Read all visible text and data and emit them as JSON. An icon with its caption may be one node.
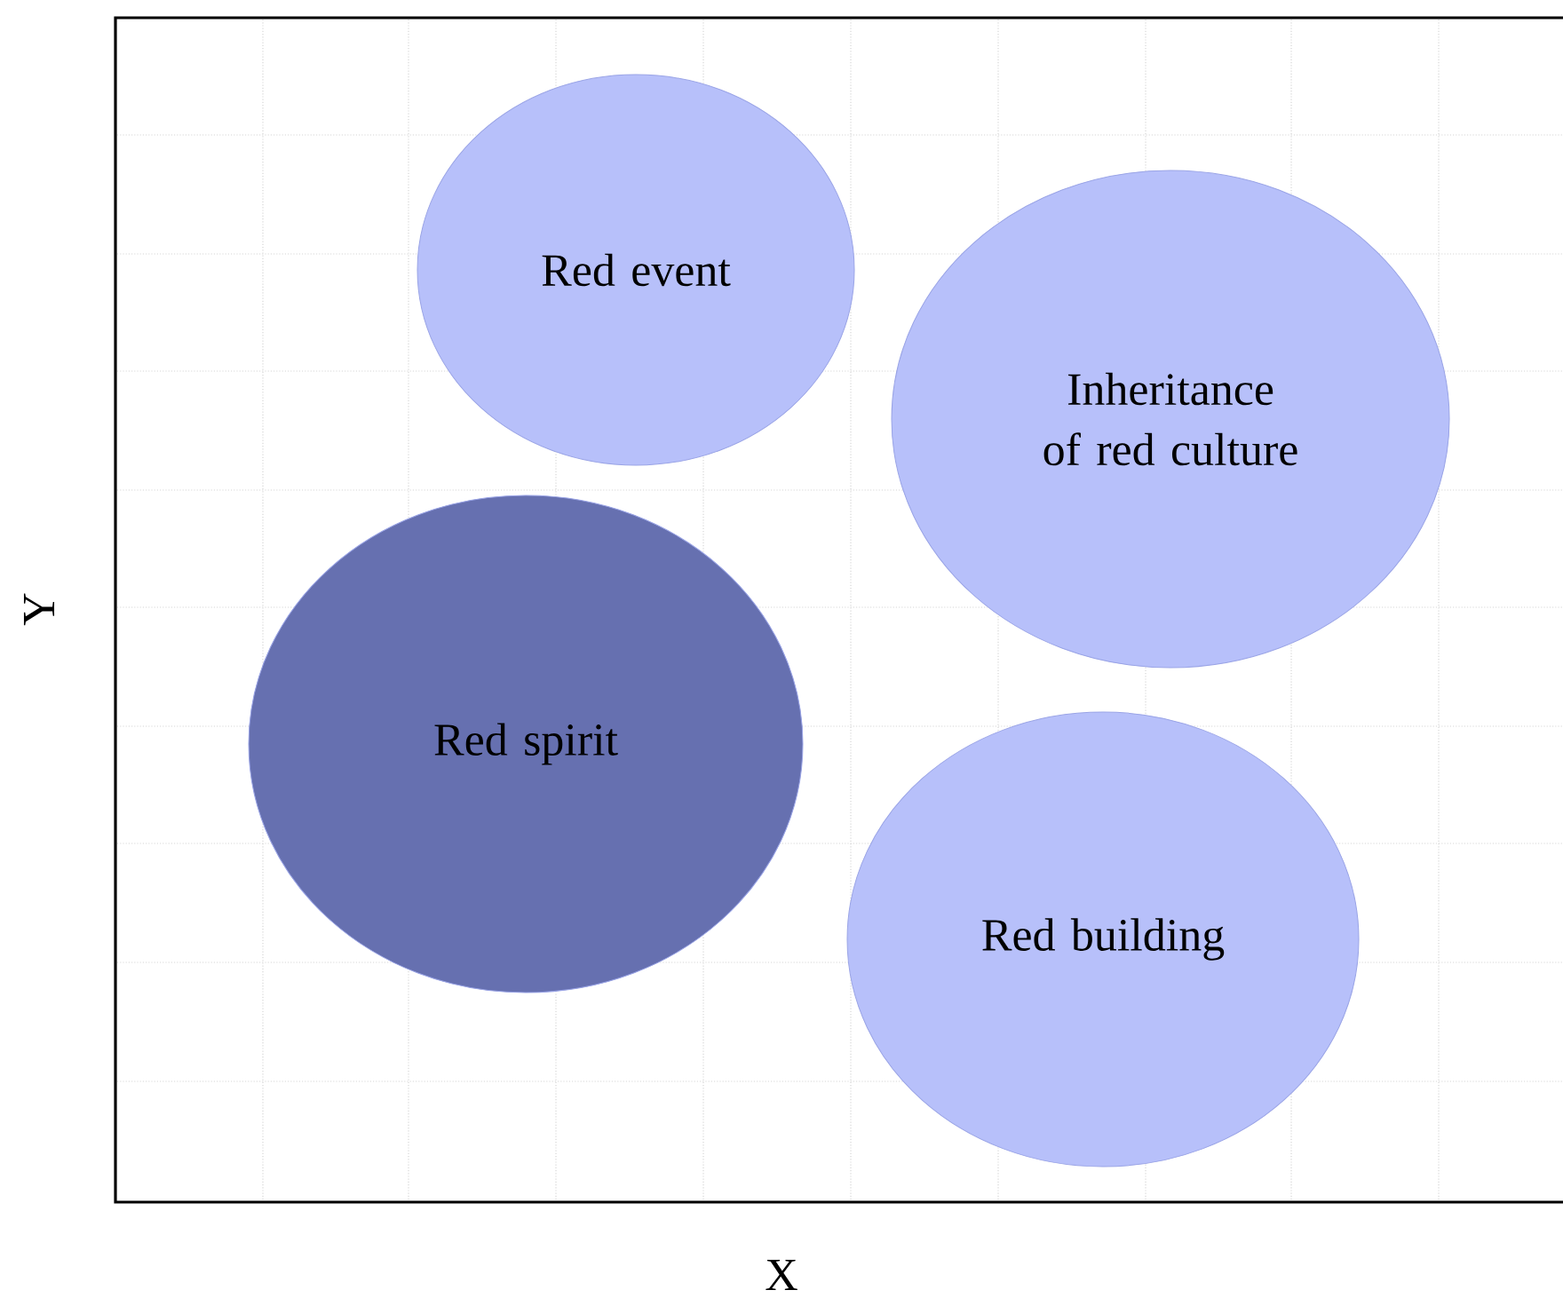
{
  "diagram": {
    "nodes": [
      {
        "text": [
          "Red event"
        ]
      },
      {
        "text": [
          "Inheritance of red culture"
        ]
      },
      {
        "text": [
          "Red spirit"
        ]
      },
      {
        "text": [
          "Red building"
        ]
      }
    ],
    "labels": [
      "Y",
      "X"
    ]
  }
}
